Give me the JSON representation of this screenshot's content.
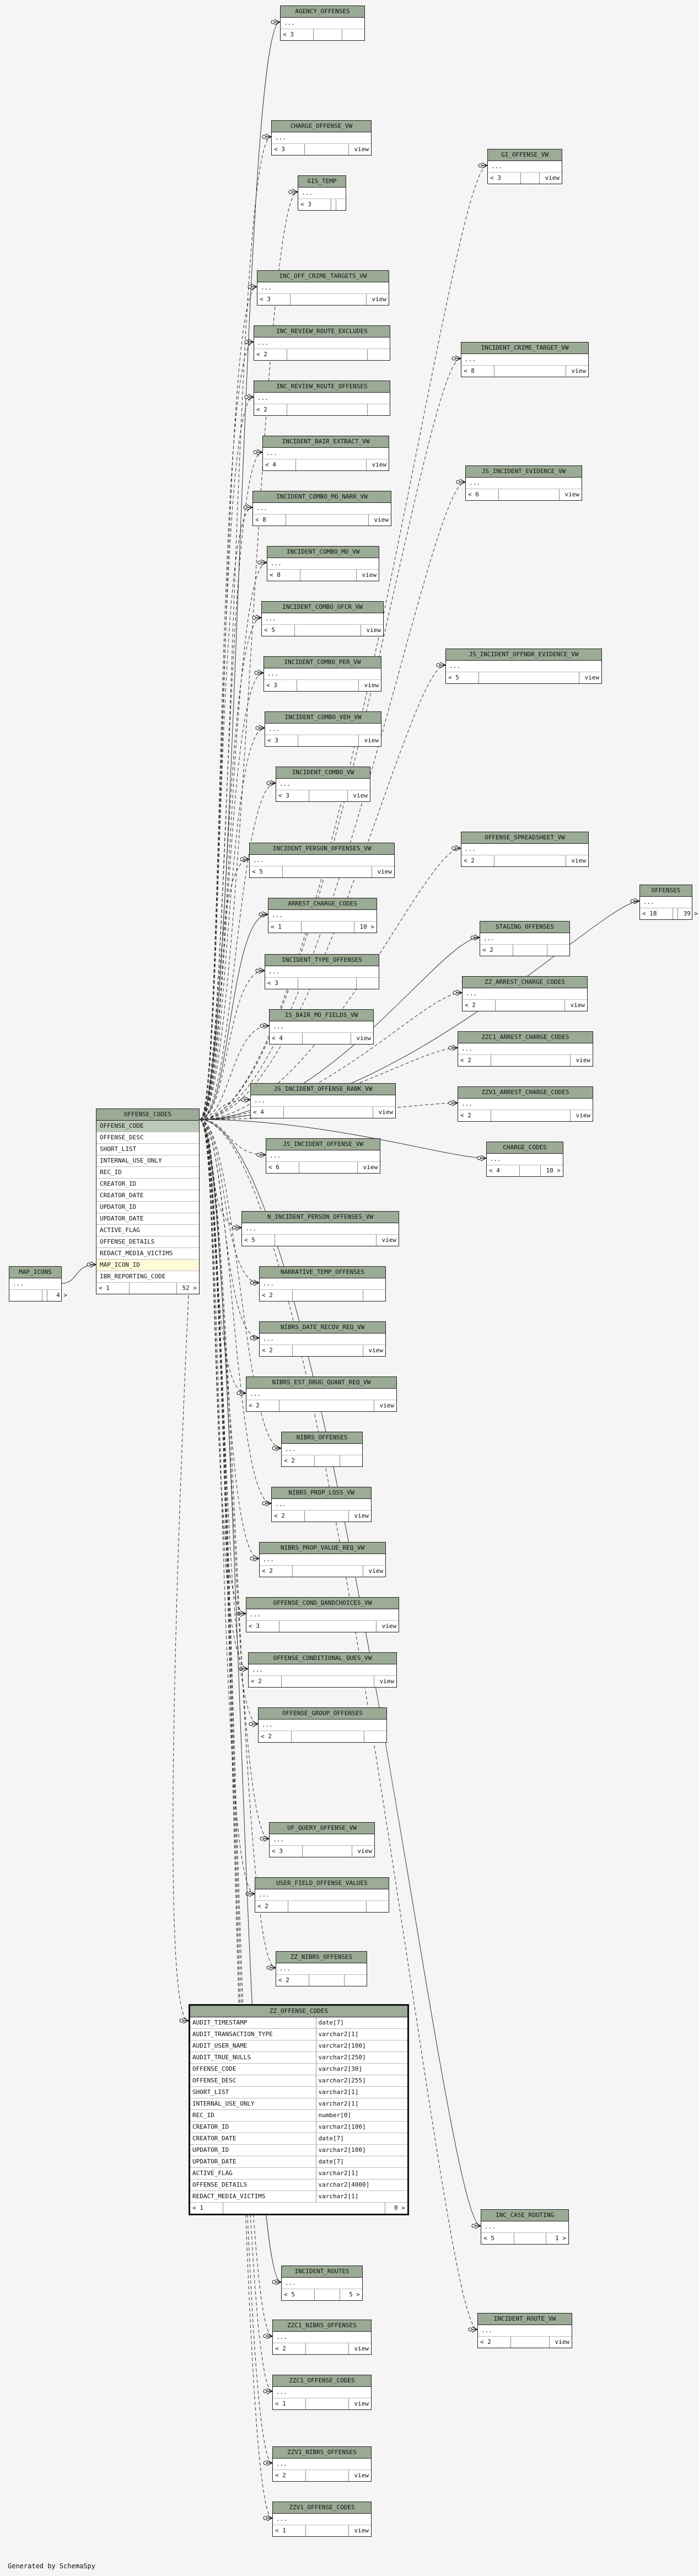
{
  "footer": "Generated by SchemaSpy",
  "main_table": {
    "name": "OFFENSE_CODES",
    "columns": [
      "OFFENSE_CODE",
      "OFFENSE_DESC",
      "SHORT_LIST",
      "INTERNAL_USE_ONLY",
      "REC_ID",
      "CREATOR_ID",
      "CREATOR_DATE",
      "UPDATOR_ID",
      "UPDATOR_DATE",
      "ACTIVE_FLAG",
      "OFFENSE_DETAILS",
      "REDACT_MEDIA_VICTIMS",
      "MAP_ICON_ID",
      "IBR_REPORTING_CODE"
    ],
    "foot": [
      "< 1",
      "",
      "52 >"
    ]
  },
  "map_icons": {
    "name": "MAP_ICONS",
    "row": "...",
    "foot": [
      "",
      "",
      "4 >"
    ]
  },
  "zz_offense_codes": {
    "name": "ZZ_OFFENSE_CODES",
    "columns": [
      [
        "AUDIT_TIMESTAMP",
        "date[7]"
      ],
      [
        "AUDIT_TRANSACTION_TYPE",
        "varchar2[1]"
      ],
      [
        "AUDIT_USER_NAME",
        "varchar2[100]"
      ],
      [
        "AUDIT_TRUE_NULLS",
        "varchar2[250]"
      ],
      [
        "OFFENSE_CODE",
        "varchar2[30]"
      ],
      [
        "OFFENSE_DESC",
        "varchar2[255]"
      ],
      [
        "SHORT_LIST",
        "varchar2[1]"
      ],
      [
        "INTERNAL_USE_ONLY",
        "varchar2[1]"
      ],
      [
        "REC_ID",
        "number[0]"
      ],
      [
        "CREATOR_ID",
        "varchar2[100]"
      ],
      [
        "CREATOR_DATE",
        "date[7]"
      ],
      [
        "UPDATOR_ID",
        "varchar2[100]"
      ],
      [
        "UPDATOR_DATE",
        "date[7]"
      ],
      [
        "ACTIVE_FLAG",
        "varchar2[1]"
      ],
      [
        "OFFENSE_DETAILS",
        "varchar2[4000]"
      ],
      [
        "REDACT_MEDIA_VICTIMS",
        "varchar2[1]"
      ]
    ],
    "foot": [
      "< 1",
      "",
      "0 >"
    ]
  },
  "tables": [
    {
      "name": "AGENCY_OFFENSES",
      "foot": [
        "< 3",
        "",
        ""
      ]
    },
    {
      "name": "CHARGE_OFFENSE_VW",
      "foot": [
        "< 3",
        "",
        "view"
      ]
    },
    {
      "name": "GIS_TEMP",
      "foot": [
        "< 3",
        "",
        ""
      ]
    },
    {
      "name": "GI_OFFENSE_VW",
      "foot": [
        "< 3",
        "",
        "view"
      ]
    },
    {
      "name": "INC_OFF_CRIME_TARGETS_VW",
      "foot": [
        "< 3",
        "",
        "view"
      ]
    },
    {
      "name": "INC_REVIEW_ROUTE_EXCLUDES",
      "foot": [
        "< 2",
        "",
        ""
      ]
    },
    {
      "name": "INCIDENT_CRIME_TARGET_VW",
      "foot": [
        "< 8",
        "",
        "view"
      ]
    },
    {
      "name": "INC_REVIEW_ROUTE_OFFENSES",
      "foot": [
        "< 2",
        "",
        ""
      ]
    },
    {
      "name": "INCIDENT_BAIR_EXTRACT_VW",
      "foot": [
        "< 4",
        "",
        "view"
      ]
    },
    {
      "name": "JS_INCIDENT_EVIDENCE_VW",
      "foot": [
        "< 6",
        "",
        "view"
      ]
    },
    {
      "name": "INCIDENT_COMBO_MO_NARR_VW",
      "foot": [
        "< 8",
        "",
        "view"
      ]
    },
    {
      "name": "INCIDENT_COMBO_MO_VW",
      "foot": [
        "< 8",
        "",
        "view"
      ]
    },
    {
      "name": "INCIDENT_COMBO_OFCR_VW",
      "foot": [
        "< 5",
        "",
        "view"
      ]
    },
    {
      "name": "INCIDENT_COMBO_PER_VW",
      "foot": [
        "< 3",
        "",
        "view"
      ]
    },
    {
      "name": "JS_INCIDENT_OFFNDR_EVIDENCE_VW",
      "foot": [
        "< 5",
        "",
        "view"
      ]
    },
    {
      "name": "INCIDENT_COMBO_VEH_VW",
      "foot": [
        "< 3",
        "",
        "view"
      ]
    },
    {
      "name": "INCIDENT_COMBO_VW",
      "foot": [
        "< 3",
        "",
        "view"
      ]
    },
    {
      "name": "OFFENSE_SPREADSHEET_VW",
      "foot": [
        "< 2",
        "",
        "view"
      ]
    },
    {
      "name": "INCIDENT_PERSON_OFFENSES_VW",
      "foot": [
        "< 5",
        "",
        "view"
      ]
    },
    {
      "name": "OFFENSES",
      "foot": [
        "< 18",
        "",
        "39 >"
      ]
    },
    {
      "name": "ARREST_CHARGE_CODES",
      "foot": [
        "< 1",
        "",
        "10 >"
      ]
    },
    {
      "name": "STAGING_OFFENSES",
      "foot": [
        "< 2",
        "",
        ""
      ]
    },
    {
      "name": "INCIDENT_TYPE_OFFENSES",
      "foot": [
        "< 3",
        "",
        ""
      ]
    },
    {
      "name": "ZZ_ARREST_CHARGE_CODES",
      "foot": [
        "< 2",
        "",
        "view"
      ]
    },
    {
      "name": "IS_BAIR_MO_FIELDS_VW",
      "foot": [
        "< 4",
        "",
        "view"
      ]
    },
    {
      "name": "ZZC1_ARREST_CHARGE_CODES",
      "foot": [
        "< 2",
        "",
        "view"
      ]
    },
    {
      "name": "JS_INCIDENT_OFFENSE_RANK_VW",
      "foot": [
        "< 4",
        "",
        "view"
      ]
    },
    {
      "name": "ZZV1_ARREST_CHARGE_CODES",
      "foot": [
        "< 2",
        "",
        "view"
      ]
    },
    {
      "name": "JS_INCIDENT_OFFENSE_VW",
      "foot": [
        "< 6",
        "",
        "view"
      ]
    },
    {
      "name": "CHARGE_CODES",
      "foot": [
        "< 4",
        "",
        "10 >"
      ]
    },
    {
      "name": "N_INCIDENT_PERSON_OFFENSES_VW",
      "foot": [
        "< 5",
        "",
        "view"
      ]
    },
    {
      "name": "NARRATIVE_TEMP_OFFENSES",
      "foot": [
        "< 2",
        "",
        ""
      ]
    },
    {
      "name": "NIBRS_DATE_RECOV_REQ_VW",
      "foot": [
        "< 2",
        "",
        "view"
      ]
    },
    {
      "name": "NIBRS_EST_DRUG_QUANT_REQ_VW",
      "foot": [
        "< 2",
        "",
        "view"
      ]
    },
    {
      "name": "NIBRS_OFFENSES",
      "foot": [
        "< 2",
        "",
        ""
      ]
    },
    {
      "name": "NIBRS_PROP_LOSS_VW",
      "foot": [
        "< 2",
        "",
        "view"
      ]
    },
    {
      "name": "NIBRS_PROP_VALUE_REQ_VW",
      "foot": [
        "< 2",
        "",
        "view"
      ]
    },
    {
      "name": "OFFENSE_COND_QANDCHOICES_VW",
      "foot": [
        "< 3",
        "",
        "view"
      ]
    },
    {
      "name": "OFFENSE_CONDITIONAL_QUES_VW",
      "foot": [
        "< 2",
        "",
        "view"
      ]
    },
    {
      "name": "OFFENSE_GROUP_OFFENSES",
      "foot": [
        "< 2",
        "",
        ""
      ]
    },
    {
      "name": "UF_QUERY_OFFENSE_VW",
      "foot": [
        "< 3",
        "",
        "view"
      ]
    },
    {
      "name": "USER_FIELD_OFFENSE_VALUES",
      "foot": [
        "< 2",
        "",
        ""
      ]
    },
    {
      "name": "ZZ_NIBRS_OFFENSES",
      "foot": [
        "< 2",
        "",
        ""
      ]
    },
    {
      "name": "INC_CASE_ROUTING",
      "foot": [
        "< 5",
        "",
        "1 >"
      ]
    },
    {
      "name": "INCIDENT_ROUTES",
      "foot": [
        "< 5",
        "",
        "5 >"
      ]
    },
    {
      "name": "INCIDENT_ROUTE_VW",
      "foot": [
        "< 2",
        "",
        "view"
      ]
    },
    {
      "name": "ZZC1_NIBRS_OFFENSES",
      "foot": [
        "< 2",
        "",
        "view"
      ]
    },
    {
      "name": "ZZC1_OFFENSE_CODES",
      "foot": [
        "< 1",
        "",
        "view"
      ]
    },
    {
      "name": "ZZV1_NIBRS_OFFENSES",
      "foot": [
        "< 2",
        "",
        "view"
      ]
    },
    {
      "name": "ZZV1_OFFENSE_CODES",
      "foot": [
        "< 1",
        "",
        "view"
      ]
    }
  ]
}
